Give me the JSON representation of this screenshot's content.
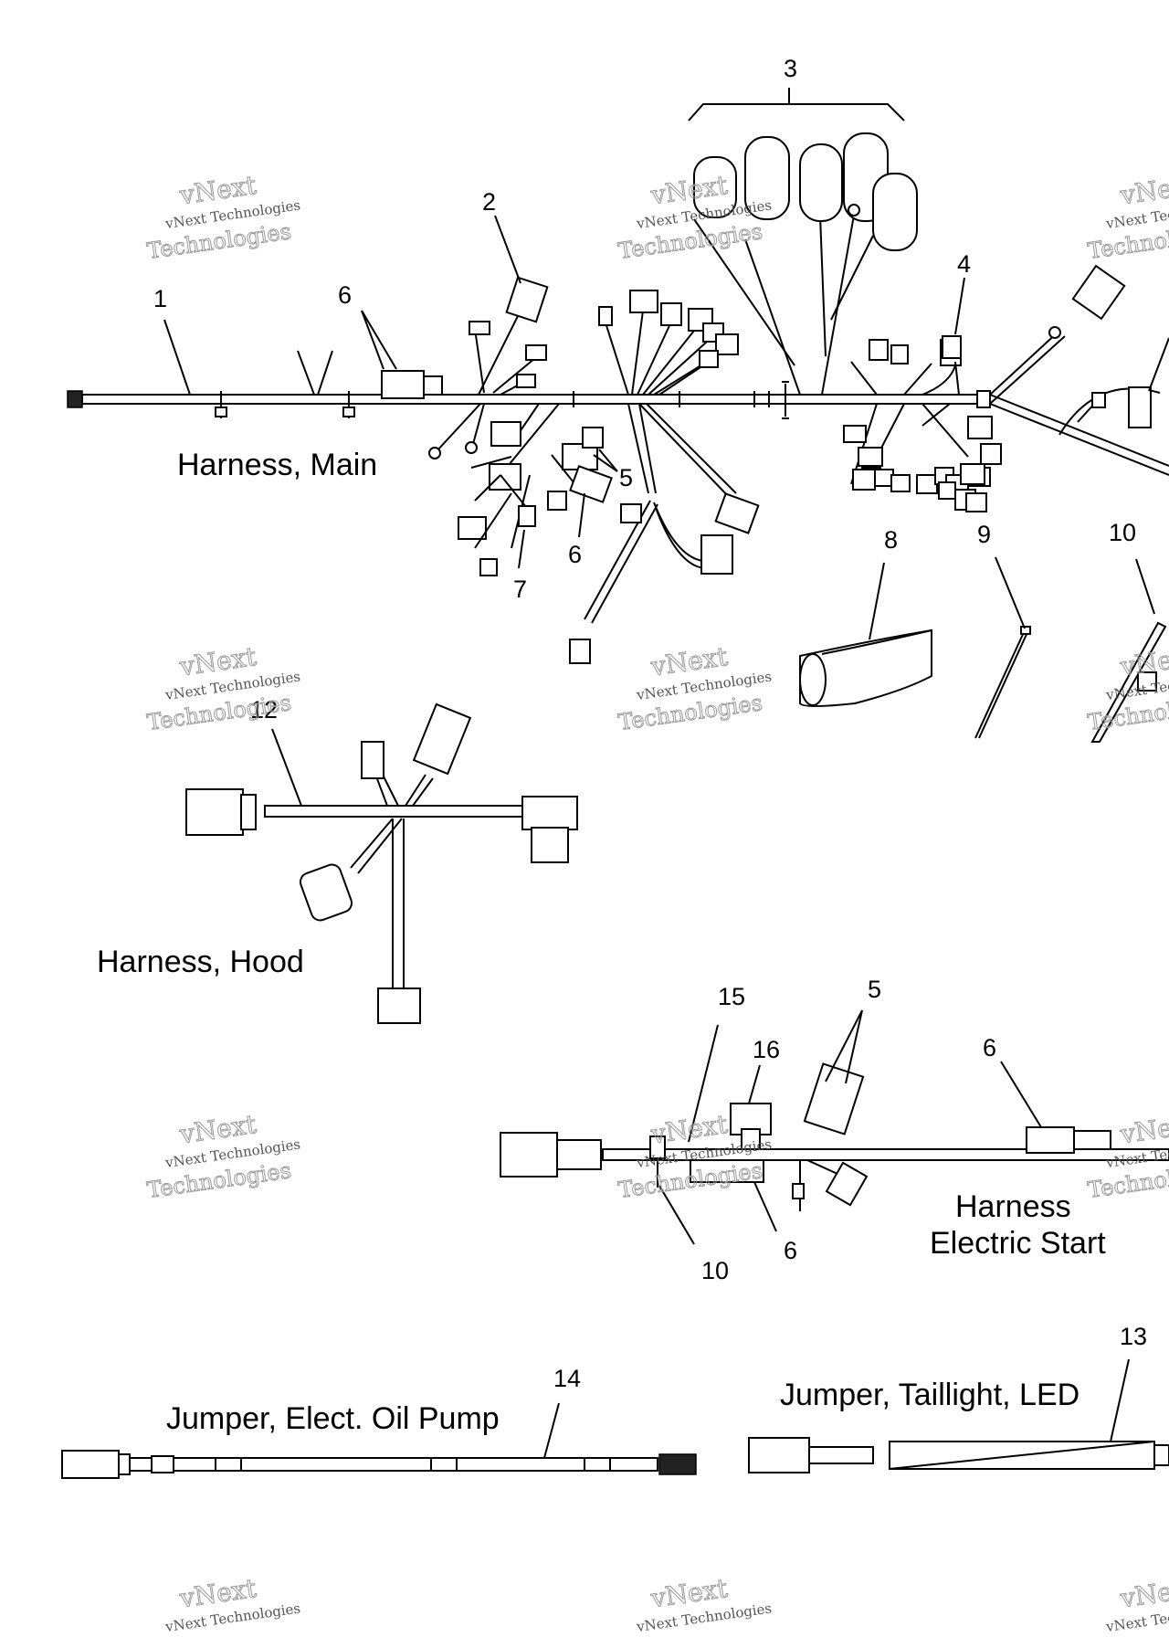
{
  "callouts": {
    "main_1": "1",
    "main_2": "2",
    "main_3": "3",
    "main_4": "4",
    "main_5": "5",
    "main_6a": "6",
    "main_6b": "6",
    "main_7": "7",
    "part_8": "8",
    "part_9": "9",
    "part_10": "10",
    "hood_12": "12",
    "es_15": "15",
    "es_16": "16",
    "es_5": "5",
    "es_6a": "6",
    "es_6b": "6",
    "es_10": "10",
    "jumper_14": "14",
    "jumper_13": "13"
  },
  "titles": {
    "harness_main": "Harness, Main",
    "harness_hood": "Harness, Hood",
    "harness_es_line1": "Harness",
    "harness_es_line2": "Electric Start",
    "jumper_oil": "Jumper, Elect. Oil Pump",
    "jumper_tail": "Jumper, Taillight, LED"
  },
  "watermark": {
    "line1": "vNext Technologies",
    "line2": "vNext",
    "line3": "Technologies"
  }
}
